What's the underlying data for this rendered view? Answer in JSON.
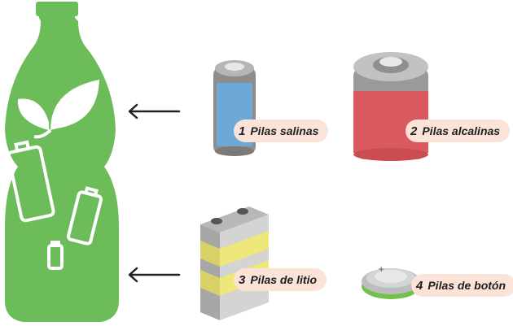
{
  "labels": {
    "saline": {
      "number": "1",
      "text": "Pilas salinas"
    },
    "alkaline": {
      "number": "2",
      "text": "Pilas alcalinas"
    },
    "lithium": {
      "number": "3",
      "text": "Pilas de litio"
    },
    "button": {
      "number": "4",
      "text": "Pilas de botón"
    }
  },
  "icons": {
    "bottle": "recycling-bottle-icon",
    "leaf": "leaf-icon",
    "arrows": "arrow-left-icon"
  },
  "colors": {
    "bottle_green": "#6cbd5a",
    "tag_background": "#fbe3d8",
    "saline_body": "#6da8d6",
    "alkaline_body": "#d9595f",
    "lithium_stripe": "#eee77a",
    "button_ring": "#73c04d"
  }
}
